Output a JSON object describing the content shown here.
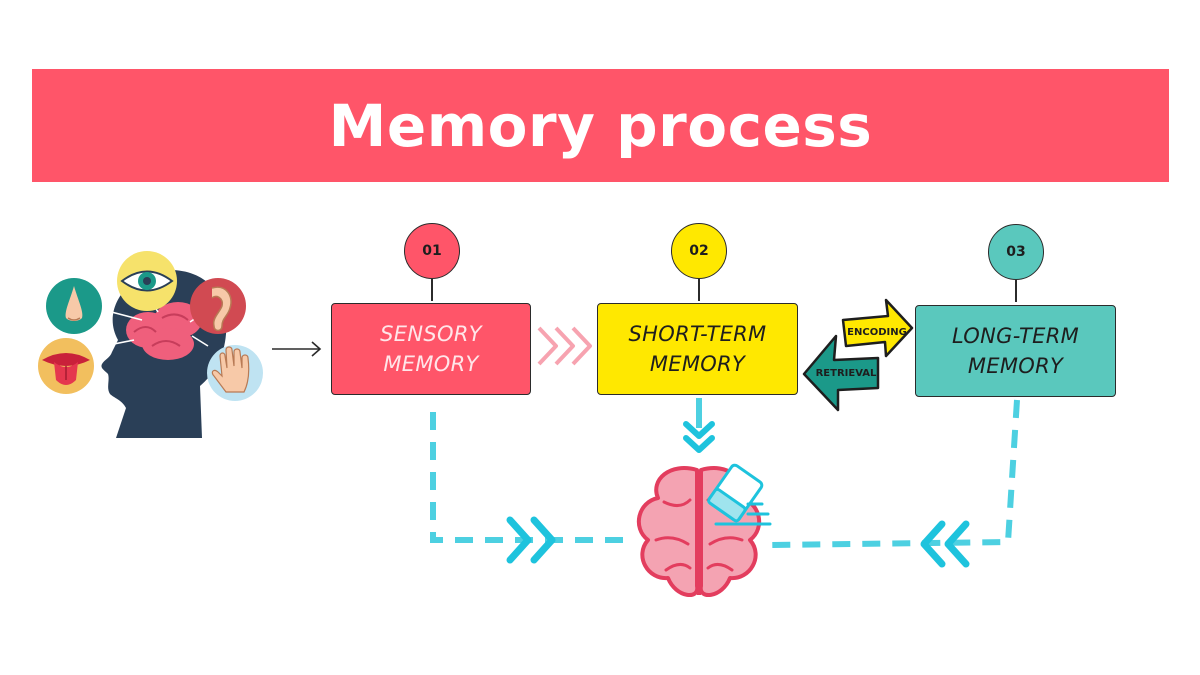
{
  "title": "Memory process",
  "steps": [
    {
      "number": "01",
      "label_lines": [
        "SENSORY MEMORY"
      ]
    },
    {
      "number": "02",
      "label_lines": [
        "SHORT-TERM",
        "MEMORY"
      ]
    },
    {
      "number": "03",
      "label_lines": [
        "LONG-TERM",
        "MEMORY"
      ]
    }
  ],
  "arrows": {
    "encoding": "ENCODING",
    "retrieval": "RETRIEVAL"
  },
  "colors": {
    "pink": "#ff5569",
    "yellow": "#ffe800",
    "teal": "#5ac8bd",
    "cyan": "#4dd0e1",
    "navy": "#2a3f57"
  },
  "icons": [
    "head-with-senses-icon",
    "nose-icon",
    "eye-icon",
    "ear-icon",
    "tongue-icon",
    "hand-icon",
    "brain-with-eraser-icon"
  ]
}
